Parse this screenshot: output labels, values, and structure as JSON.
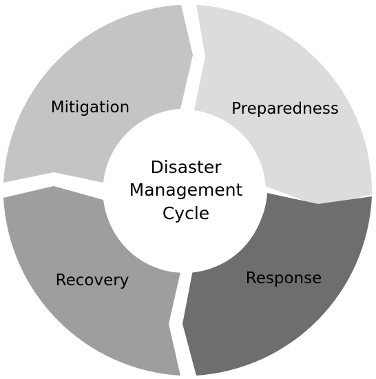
{
  "diagram": {
    "center": {
      "lines": [
        "Disaster",
        "Management",
        "Cycle"
      ]
    },
    "phases": [
      {
        "label": "Mitigation",
        "color": "#c4c4c4"
      },
      {
        "label": "Preparedness",
        "color": "#dcdcdc"
      },
      {
        "label": "Response",
        "color": "#6e6e6e"
      },
      {
        "label": "Recovery",
        "color": "#9e9e9e"
      }
    ],
    "background": "#ffffff"
  }
}
